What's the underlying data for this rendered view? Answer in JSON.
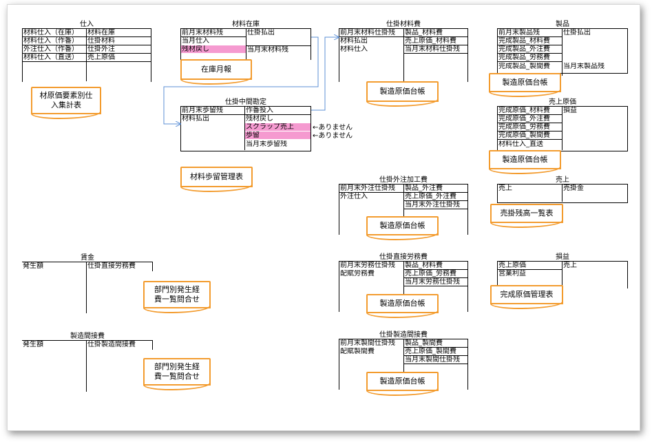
{
  "accounts": {
    "shiire": {
      "title": "仕入",
      "left": [
        "材料仕入（在庫）",
        "材料仕入（作番）",
        "外注仕入（作番）",
        "材料仕入（直送）"
      ],
      "right": [
        "材料在庫",
        "仕掛材料",
        "仕掛外注",
        "売上原価"
      ]
    },
    "zaiko": {
      "title": "材料在庫",
      "left": [
        "前月末材料残",
        "当月仕入",
        "残材戻し"
      ],
      "right": [
        "仕掛払出",
        "",
        "当月末材料残"
      ]
    },
    "shikake_zairyo": {
      "title": "仕掛材料費",
      "left": [
        "前月末材料仕掛残",
        "材料払出",
        "材料仕入"
      ],
      "right": [
        "製品_材料費",
        "売上原価_材料費",
        "当月末材料仕掛残"
      ]
    },
    "seihin": {
      "title": "製品",
      "left": [
        "前月末製品残",
        "完成製品_材料費",
        "完成製品_外注費",
        "完成製品_労務費",
        "完成製品_製間費"
      ],
      "right": [
        "仕掛払出",
        "",
        "",
        "",
        "当月末製品残"
      ]
    },
    "chukan": {
      "title": "仕掛中間勘定",
      "left": [
        "前月末歩留残",
        "材料払出"
      ],
      "right": [
        "作番投入",
        "残材戻し",
        "スクラップ売上",
        "歩留",
        "当月末歩留残"
      ]
    },
    "uriage_genka": {
      "title": "売上原価",
      "left": [
        "完成原価_材料費",
        "完成原価_外注費",
        "完成原価_労務費",
        "完成原価_製間費",
        "材料仕入_直送"
      ],
      "right": [
        "損益"
      ]
    },
    "gaichu": {
      "title": "仕掛外注加工費",
      "left": [
        "前月末外注仕掛残",
        "外注仕入"
      ],
      "right": [
        "製品_外注費",
        "売上原価_外注費",
        "当月末外注仕掛残"
      ]
    },
    "uriage": {
      "title": "売上",
      "left": [
        "売上"
      ],
      "right": [
        "売掛金"
      ]
    },
    "romu": {
      "title": "仕掛直接労務費",
      "left": [
        "前月末労務仕掛残",
        "配賦労務費"
      ],
      "right": [
        "製品_材料費",
        "売上原価_労務費",
        "当月末労務仕掛残"
      ]
    },
    "soneki": {
      "title": "損益",
      "left": [
        "売上原価",
        "営業利益"
      ],
      "right": [
        "売上"
      ]
    },
    "chingin": {
      "title": "賃金",
      "left": [
        "発生額"
      ],
      "right": [
        "仕掛直接労務費"
      ]
    },
    "seikan": {
      "title": "仕掛製造間接費",
      "left": [
        "前月末製間仕掛残",
        "配賦製間費"
      ],
      "right": [
        "製品_製間費",
        "売上原価_製間費",
        "当月末製間仕掛残"
      ]
    },
    "seizo_kansetsu": {
      "title": "製造間接費",
      "left": [
        "発生額"
      ],
      "right": [
        "仕掛製造間接費"
      ]
    }
  },
  "documents": {
    "d1": "材原価要素別仕入集計表",
    "d2": "在庫月報",
    "d3": "製造原価台帳",
    "d4": "製造原価台帳",
    "d5": "材料歩留管理表",
    "d6": "製造原価台帳",
    "d7": "製造原価台帳",
    "d8": "売掛残高一覧表",
    "d9": "部門別発生経費一覧問合せ",
    "d10": "製造原価台帳",
    "d11": "完成原価管理表",
    "d12": "部門別発生経費一覧問合せ",
    "d13": "製造原価台帳"
  },
  "notes": {
    "scrap": "←ありません",
    "budomari": "←ありません"
  },
  "colors": {
    "highlight": "#f59ad0",
    "doc_border": "#f39b2d",
    "arrow": "#5b8fd6"
  }
}
